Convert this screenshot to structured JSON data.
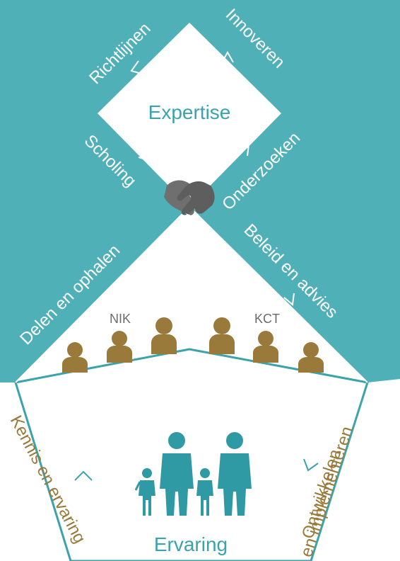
{
  "colors": {
    "teal": "#4fb0b8",
    "teal_dark": "#2f9aa3",
    "gold": "#9a7a3a",
    "grey_hands": "#6f6f6f",
    "white": "#ffffff"
  },
  "center": {
    "top_title": "Expertise",
    "bottom_title": "Ervaring"
  },
  "upper_cycle": {
    "richtlijnen": "Richtlijnen",
    "innoveren": "Innoveren",
    "scholing": "Scholing",
    "onderzoeken": "Onderzoeken"
  },
  "middle_flow": {
    "delen": "Delen en ophalen",
    "beleid": "Beleid en advies"
  },
  "organizations": {
    "left": "NIK",
    "right": "KCT"
  },
  "lower_cycle": {
    "kennis": "Kennis en ervaring",
    "ontwikkelen_line1": "Ontwikkelen",
    "ontwikkelen_line2": "en implementeren"
  },
  "icons": {
    "hands": "handshake-icon",
    "person": "person-icon",
    "family": "family-icon"
  }
}
